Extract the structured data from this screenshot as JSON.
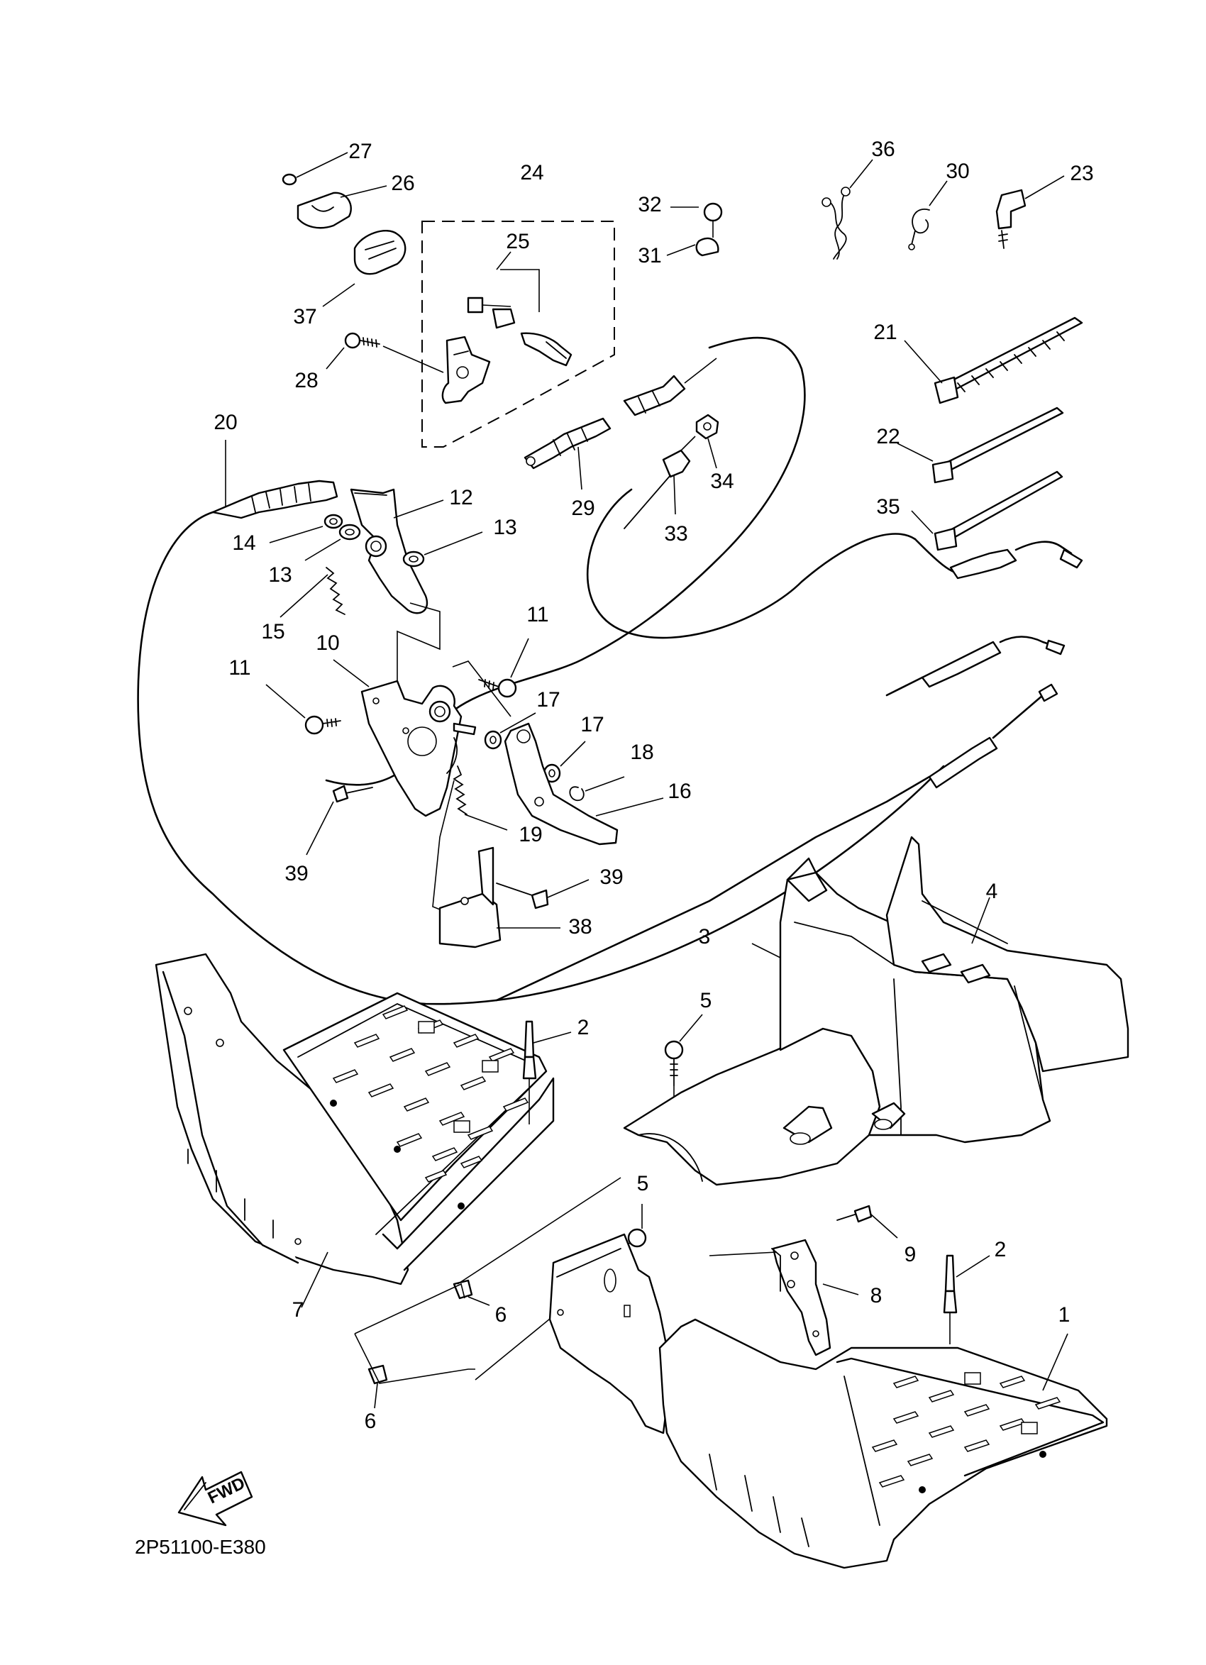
{
  "diagram": {
    "code": "2P51100-E380",
    "fwd_label": "FWD",
    "callouts": {
      "p1": "1",
      "p2a": "2",
      "p2b": "2",
      "p3": "3",
      "p4": "4",
      "p5a": "5",
      "p5b": "5",
      "p6a": "6",
      "p6b": "6",
      "p7": "7",
      "p8": "8",
      "p9": "9",
      "p10": "10",
      "p11a": "11",
      "p11b": "11",
      "p12": "12",
      "p13a": "13",
      "p13b": "13",
      "p14": "14",
      "p15": "15",
      "p16": "16",
      "p17a": "17",
      "p17b": "17",
      "p18": "18",
      "p19": "19",
      "p20": "20",
      "p21": "21",
      "p22": "22",
      "p23": "23",
      "p24": "24",
      "p25": "25",
      "p26": "26",
      "p27": "27",
      "p28": "28",
      "p29": "29",
      "p30": "30",
      "p31": "31",
      "p32": "32",
      "p33": "33",
      "p34": "34",
      "p35": "35",
      "p36": "36",
      "p37": "37",
      "p38": "38",
      "p39a": "39",
      "p39b": "39"
    }
  }
}
